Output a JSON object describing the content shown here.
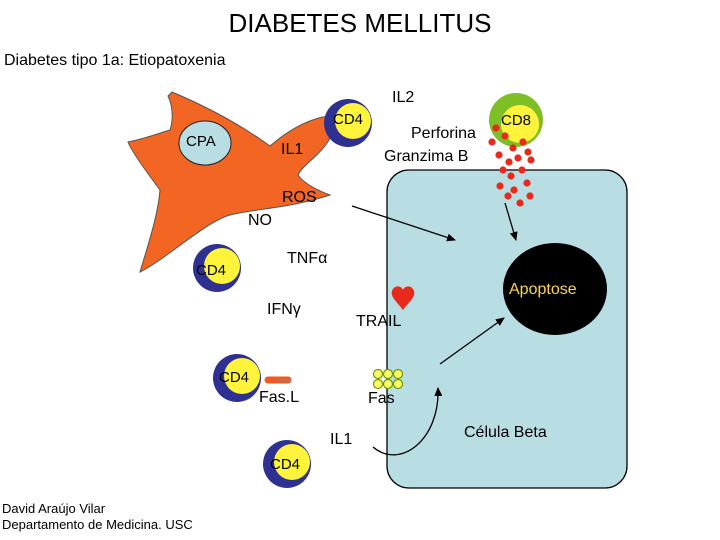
{
  "title": "DIABETES MELLITUS",
  "subtitle": "Diabetes tipo 1a: Etiopatoxenia",
  "cells": {
    "cpa": "CPA",
    "cd4": "CD4",
    "cd8": "CD8",
    "beta_cell": "Célula Beta"
  },
  "mediators": {
    "il2": "IL2",
    "il1_top": "IL1",
    "perforina": "Perforina",
    "granzima": "Granzima B",
    "ros": "ROS",
    "no": "NO",
    "tnf": "TNFα",
    "ifn": "IFNγ",
    "trail": "TRAIL",
    "fasl": "Fas.L",
    "fas": "Fas",
    "il1_bottom": "IL1",
    "apoptose": "Apoptose"
  },
  "credits": {
    "author": "David Araújo Vilar",
    "department": "Departamento de Medicina. USC"
  },
  "colors": {
    "cpa_fill": "#f26522",
    "cell_ring_blue": "#2e3192",
    "cell_fill_yellow": "#fff33b",
    "cell_core": "#b0d8e0",
    "cd8_ring": "#7fbf26",
    "cd8_fill": "#fff33b",
    "beta_fill": "#b8dde3",
    "apoptose_fill": "#000000",
    "apoptose_text": "#ffd54a",
    "granule_red": "#e8291c",
    "trail_red": "#e8291c",
    "fasl_orange": "#ef5a24",
    "fas_yellow": "#ffff66"
  }
}
